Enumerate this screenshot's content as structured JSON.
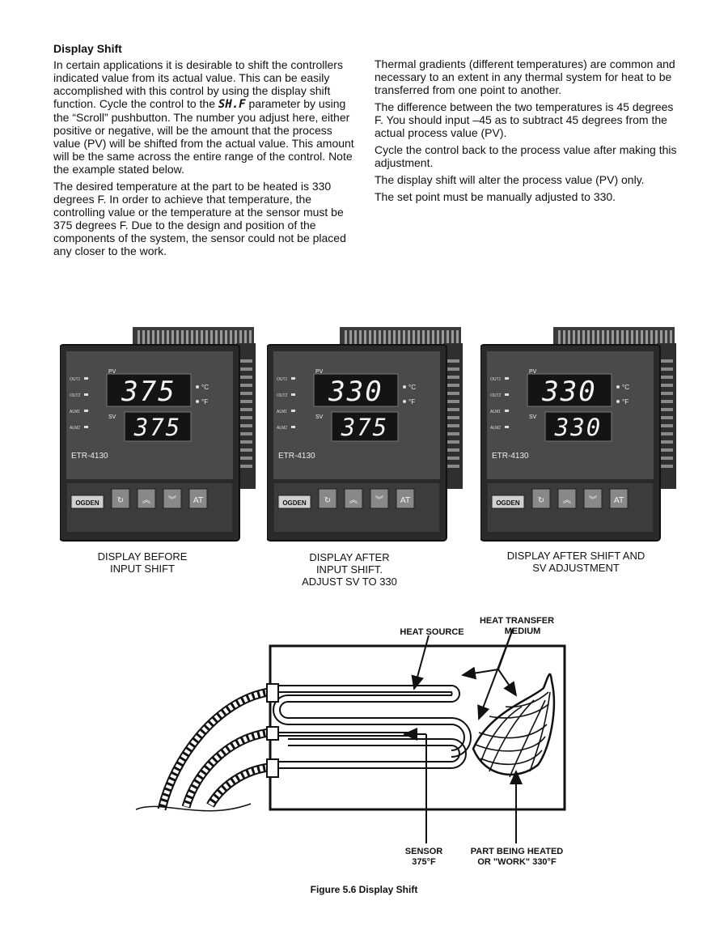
{
  "text": {
    "heading": "Display Shift",
    "left": {
      "p1_before": "In certain applications it is desirable to shift the controllers indicated value from its actual value. This can be easily accomplished with this control by using the display shift function. Cycle the control to the ",
      "p1_code": "SH.F",
      "p1_after": " parameter by using the “Scroll” pushbutton. The number you adjust here, either positive or negative, will be the amount that the process value (PV) will be shifted from the actual value. This amount will be the same across the entire range of the control. Note the example stated below.",
      "p2": "The desired temperature at the part to be heated is 330 degrees F. In order to achieve that temperature, the controlling value or the temperature at the sensor must be 375 degrees F. Due to the design and position of the components of the system, the sensor could not be placed any closer to the work."
    },
    "right": {
      "p1": "Thermal gradients (different temperatures) are common and necessary to an extent in any thermal system for heat to be transferred from one point to another.",
      "p2": "The difference between the two temperatures is 45 degrees F. You should input –45 as to subtract 45 degrees from the actual process value (PV).",
      "p3": "Cycle the control back to the process value after making this adjustment.",
      "p4": "The display shift will alter the process value (PV) only.",
      "p5": "The set point must be manually adjusted to 330."
    }
  },
  "controllers": [
    {
      "pv": "375",
      "sv": "375"
    },
    {
      "pv": "330",
      "sv": "375"
    },
    {
      "pv": "330",
      "sv": "330"
    }
  ],
  "controller_labels": {
    "pv": "PV",
    "sv": "SV",
    "deg_c": "°C",
    "deg_f": "°F",
    "model": "ETR-4130",
    "brand": "OGDEN",
    "indicators": [
      "OUT1",
      "OUT2",
      "ALM1",
      "ALM2"
    ],
    "button_at": "AT"
  },
  "captions": {
    "c1_line1": "DISPLAY BEFORE",
    "c1_line2": "INPUT SHIFT",
    "c2_line1": "DISPLAY AFTER",
    "c2_line2": "INPUT SHIFT.",
    "c2_line3": "ADJUST SV TO 330",
    "c3_line1": "DISPLAY AFTER SHIFT AND",
    "c3_line2": "SV ADJUSTMENT"
  },
  "diagram": {
    "heat_source": "HEAT SOURCE",
    "medium_line1": "HEAT TRANSFER",
    "medium_line2": "MEDIUM",
    "sensor_line1": "SENSOR",
    "sensor_line2": "375°F",
    "part_line1": "PART BEING HEATED",
    "part_line2": "OR \"WORK\" 330°F"
  },
  "figure_caption": "Figure 5.6 Display Shift",
  "colors": {
    "text": "#111111",
    "bezel": "#2a2a2a",
    "lcd": "#141414",
    "digits": "#f4f4f4"
  }
}
